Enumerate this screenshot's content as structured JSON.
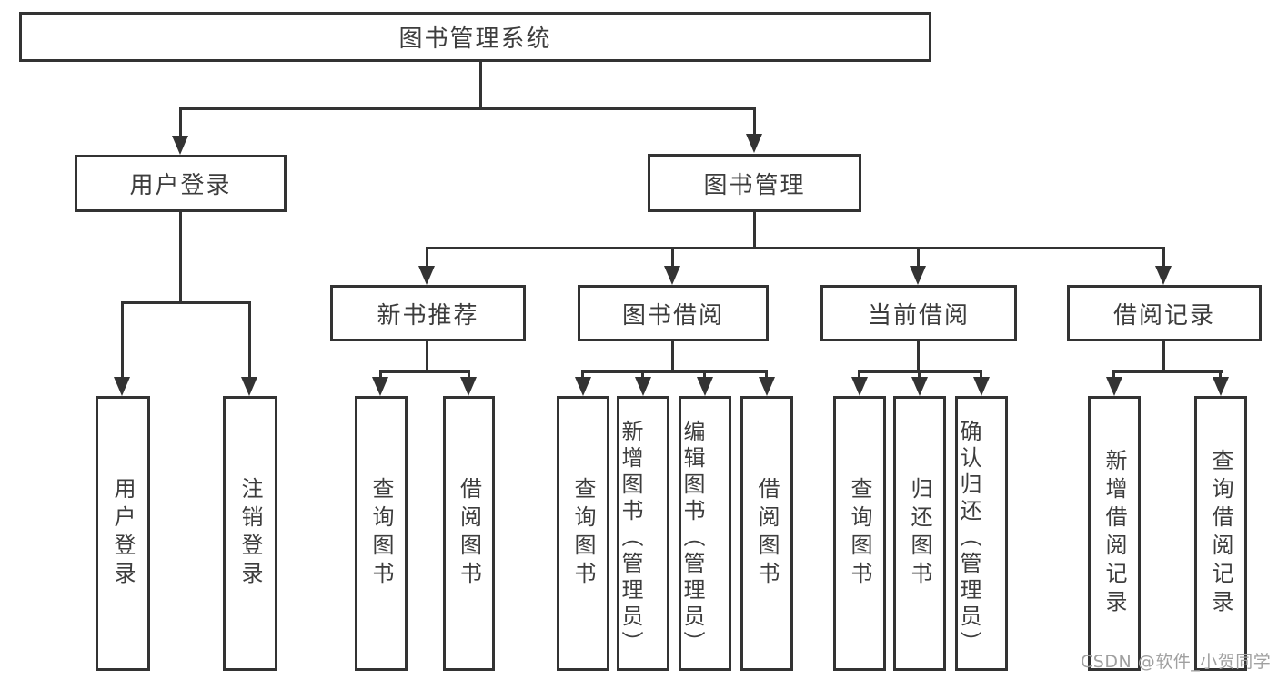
{
  "diagram": {
    "type": "hierarchy-tree",
    "tree": {
      "label": "图书管理系统",
      "children": [
        {
          "label": "用户登录",
          "children": [
            {
              "label": "用户登录"
            },
            {
              "label": "注销登录"
            }
          ]
        },
        {
          "label": "图书管理",
          "children": [
            {
              "label": "新书推荐",
              "children": [
                {
                  "label": "查询图书"
                },
                {
                  "label": "借阅图书"
                }
              ]
            },
            {
              "label": "图书借阅",
              "children": [
                {
                  "label": "查询图书"
                },
                {
                  "label": "新增图书（管理员）"
                },
                {
                  "label": "编辑图书（管理员）"
                },
                {
                  "label": "借阅图书"
                }
              ]
            },
            {
              "label": "当前借阅",
              "children": [
                {
                  "label": "查询图书"
                },
                {
                  "label": "归还图书"
                },
                {
                  "label": "确认归还（管理员）"
                }
              ]
            },
            {
              "label": "借阅记录",
              "children": [
                {
                  "label": "新增借阅记录"
                },
                {
                  "label": "查询借阅记录"
                }
              ]
            }
          ]
        }
      ]
    },
    "watermark": "CSDN @软件_小贺同学",
    "colors": {
      "line": "#333333",
      "text": "#3d3d3d",
      "watermark": "#a0a0a0",
      "background": "#ffffff"
    }
  }
}
